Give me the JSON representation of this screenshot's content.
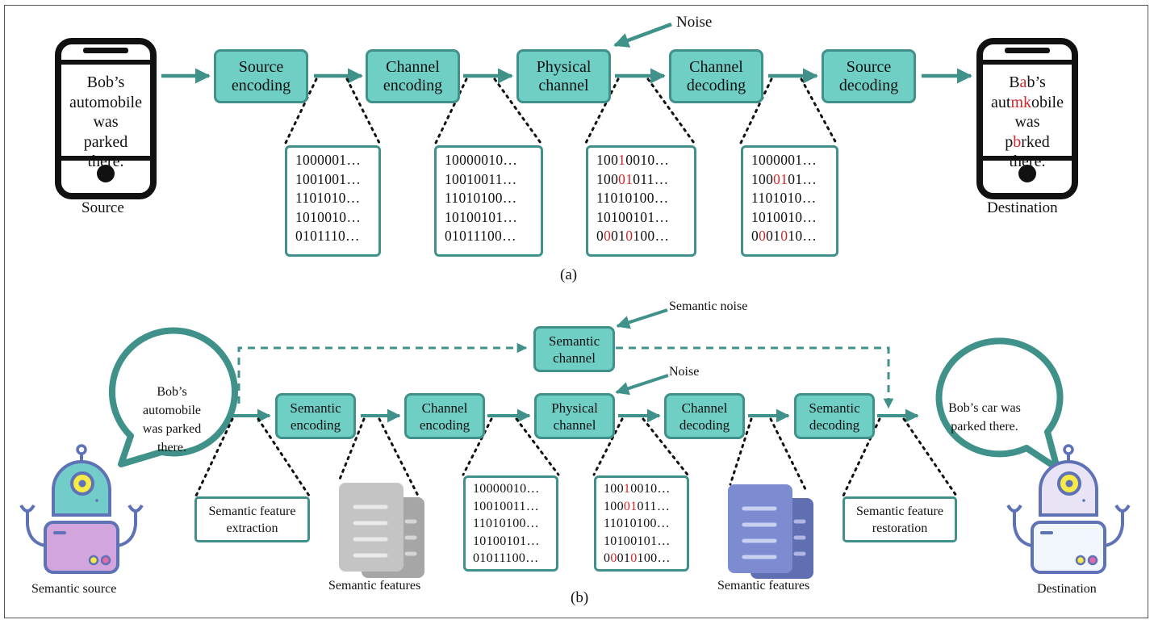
{
  "part_a": {
    "caption": "(a)",
    "source_label": "Source",
    "destination_label": "Destination",
    "noise_label": "Noise",
    "source_message": "Bob’s\nautomobile\nwas parked\nthere.",
    "dest_message": [
      [
        {
          "t": "B"
        },
        {
          "t": "a",
          "r": true
        },
        {
          "t": "b’s"
        }
      ],
      [
        {
          "t": "aut"
        },
        {
          "t": "mk",
          "r": true
        },
        {
          "t": "obile"
        }
      ],
      [
        {
          "t": "was p"
        },
        {
          "t": "b",
          "r": true
        },
        {
          "t": "rked"
        }
      ],
      [
        {
          "t": "there."
        }
      ]
    ],
    "blocks": [
      "Source\nencoding",
      "Channel\nencoding",
      "Physical\nchannel",
      "Channel\ndecoding",
      "Source\ndecoding"
    ],
    "bitboxes": [
      [
        [
          {
            "t": "1000001…"
          }
        ],
        [
          {
            "t": "1001001…"
          }
        ],
        [
          {
            "t": "1101010…"
          }
        ],
        [
          {
            "t": "1010010…"
          }
        ],
        [
          {
            "t": "0101110…"
          }
        ]
      ],
      [
        [
          {
            "t": "10000010…"
          }
        ],
        [
          {
            "t": "10010011…"
          }
        ],
        [
          {
            "t": "11010100…"
          }
        ],
        [
          {
            "t": "10100101…"
          }
        ],
        [
          {
            "t": "01011100…"
          }
        ]
      ],
      [
        [
          {
            "t": "100"
          },
          {
            "t": "1",
            "r": true
          },
          {
            "t": "0010…"
          }
        ],
        [
          {
            "t": "100"
          },
          {
            "t": "01",
            "r": true
          },
          {
            "t": "011…"
          }
        ],
        [
          {
            "t": "11010100…"
          }
        ],
        [
          {
            "t": "10100101…"
          }
        ],
        [
          {
            "t": "0"
          },
          {
            "t": "0",
            "r": true
          },
          {
            "t": "01"
          },
          {
            "t": "0",
            "r": true
          },
          {
            "t": "100…"
          }
        ]
      ],
      [
        [
          {
            "t": "1000001…"
          }
        ],
        [
          {
            "t": "100"
          },
          {
            "t": "01",
            "r": true
          },
          {
            "t": "01…"
          }
        ],
        [
          {
            "t": "1101010…"
          }
        ],
        [
          {
            "t": "1010010…"
          }
        ],
        [
          {
            "t": "0"
          },
          {
            "t": "0",
            "r": true
          },
          {
            "t": "01"
          },
          {
            "t": "0",
            "r": true
          },
          {
            "t": "10…"
          }
        ]
      ]
    ]
  },
  "part_b": {
    "caption": "(b)",
    "source_label": "Semantic source",
    "destination_label": "Destination",
    "noise_label": "Noise",
    "semantic_noise_label": "Semantic noise",
    "semantic_channel": "Semantic\nchannel",
    "source_message": "Bob’s\nautomobile\nwas parked\nthere.",
    "dest_message": "Bob’s car was\nparked there.",
    "blocks": [
      "Semantic\nencoding",
      "Channel\nencoding",
      "Physical\nchannel",
      "Channel\ndecoding",
      "Semantic\ndecoding"
    ],
    "feature_extraction": "Semantic feature\nextraction",
    "feature_restoration": "Semantic feature\nrestoration",
    "features_label_left": "Semantic features",
    "features_label_right": "Semantic features",
    "bitboxes": [
      [
        [
          {
            "t": "10000010…"
          }
        ],
        [
          {
            "t": "10010011…"
          }
        ],
        [
          {
            "t": "11010100…"
          }
        ],
        [
          {
            "t": "10100101…"
          }
        ],
        [
          {
            "t": "01011100…"
          }
        ]
      ],
      [
        [
          {
            "t": "100"
          },
          {
            "t": "1",
            "r": true
          },
          {
            "t": "0010…"
          }
        ],
        [
          {
            "t": "100"
          },
          {
            "t": "01",
            "r": true
          },
          {
            "t": "011…"
          }
        ],
        [
          {
            "t": "11010100…"
          }
        ],
        [
          {
            "t": "10100101…"
          }
        ],
        [
          {
            "t": "0"
          },
          {
            "t": "0",
            "r": true
          },
          {
            "t": "01"
          },
          {
            "t": "0",
            "r": true
          },
          {
            "t": "100…"
          }
        ]
      ]
    ]
  },
  "colors": {
    "teal_fill": "#6fcfc5",
    "teal_stroke": "#3f918a",
    "error_red": "#d0252a"
  }
}
